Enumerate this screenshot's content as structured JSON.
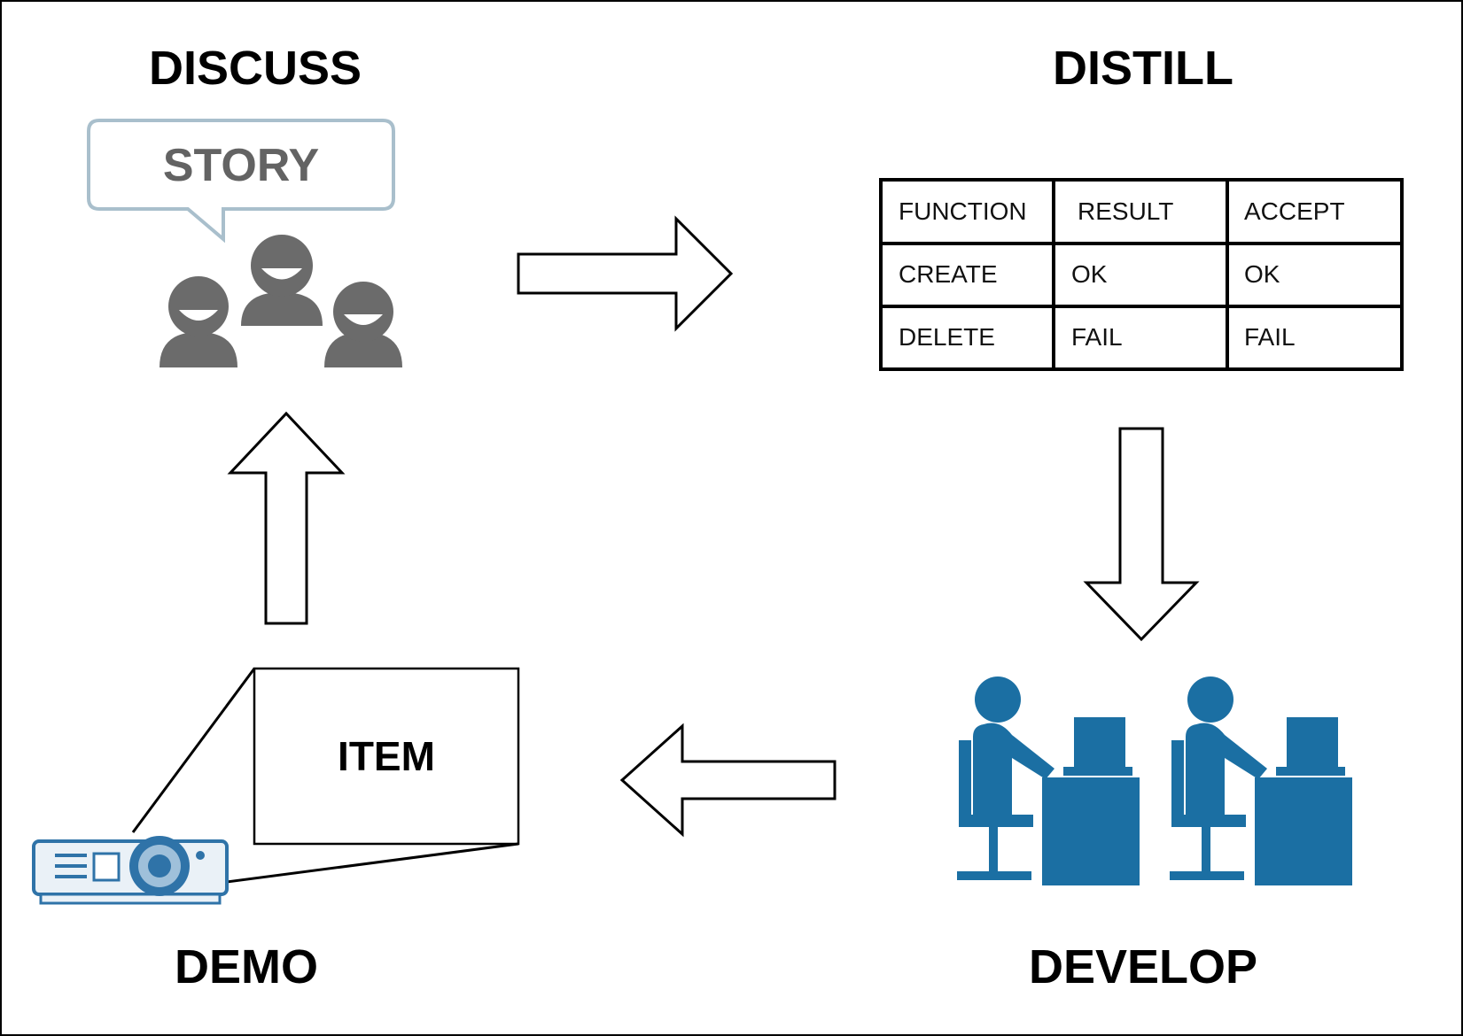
{
  "stages": {
    "discuss": "DISCUSS",
    "distill": "DISTILL",
    "develop": "DEVELOP",
    "demo": "DEMO"
  },
  "story_bubble": "STORY",
  "demo_screen": "ITEM",
  "acceptance_table": {
    "headers": [
      "FUNCTION",
      "RESULT",
      "ACCEPT"
    ],
    "rows": [
      [
        "CREATE",
        "OK",
        "OK"
      ],
      [
        "DELETE",
        "FAIL",
        "FAIL"
      ]
    ]
  },
  "colors": {
    "people_gray": "#6b6b6b",
    "developer_blue": "#1b6fa3",
    "projector_blue": "#2f73a8",
    "bubble_border": "#a9bfcc",
    "outline": "#000000"
  }
}
